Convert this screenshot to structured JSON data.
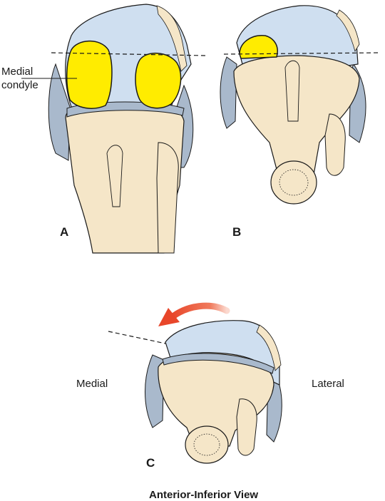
{
  "labels": {
    "medial_condyle_line1": "Medial",
    "medial_condyle_line2": "condyle",
    "panel_a": "A",
    "panel_b": "B",
    "panel_c": "C",
    "medial": "Medial",
    "lateral": "Lateral",
    "caption": "Anterior-Inferior View"
  },
  "colors": {
    "bone": "#f5e6c8",
    "cartilage": "#cfdff0",
    "ligament": "#a9b9cc",
    "condyle_highlight": "#ffec00",
    "rotation_arrow": "#ee5a3c",
    "ink": "#1a1a1a"
  },
  "icons": {
    "rotation_arrow": "curved-arrow-icon"
  }
}
